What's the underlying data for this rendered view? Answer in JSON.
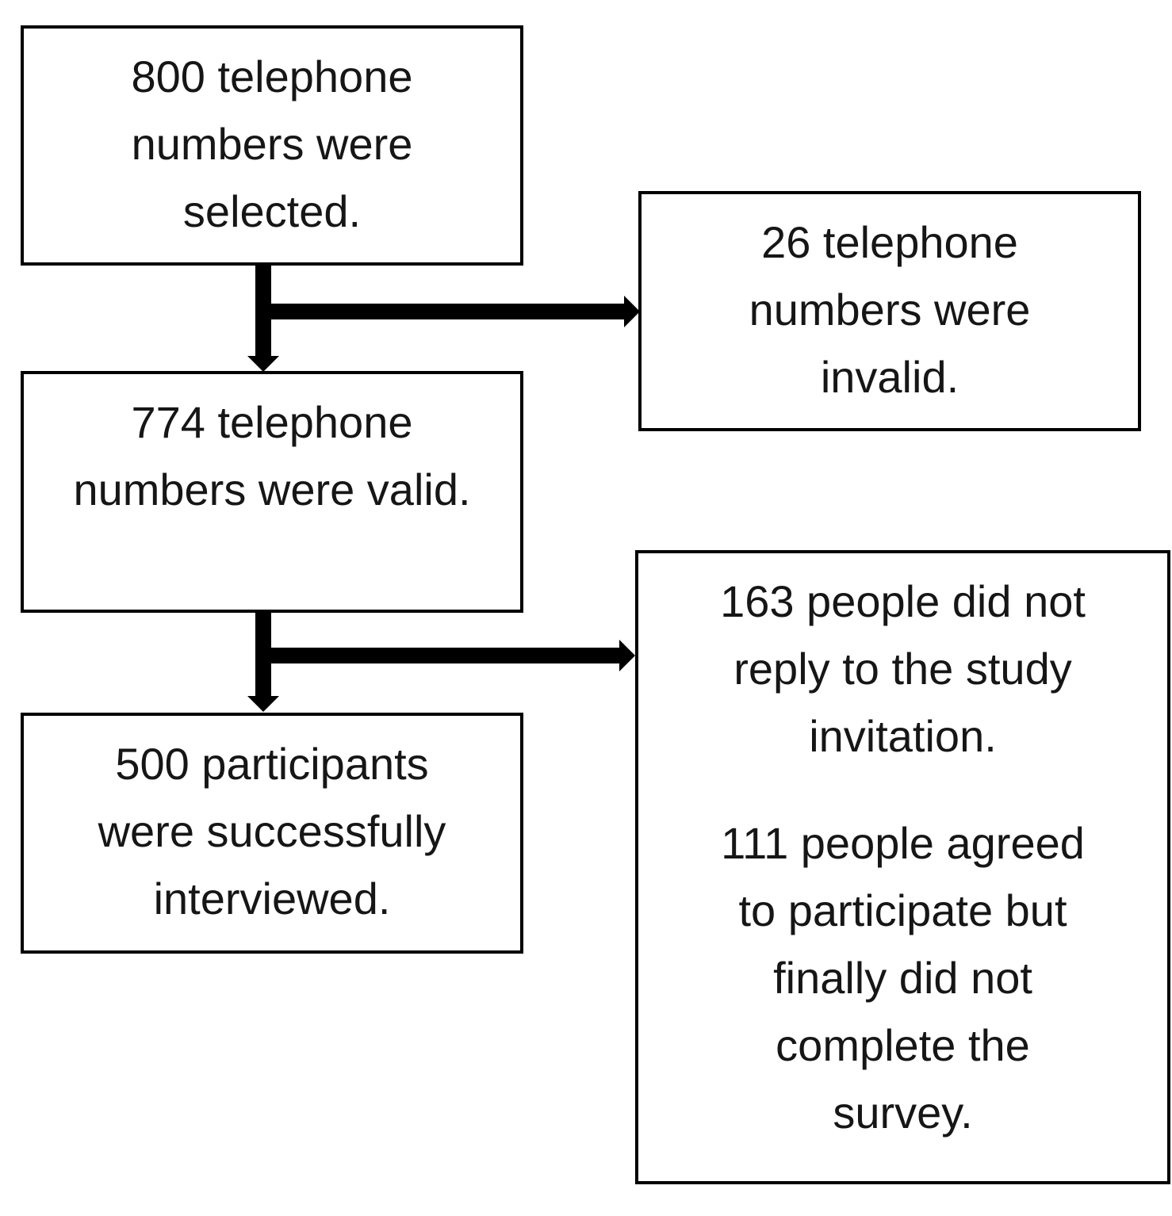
{
  "diagram": {
    "type": "flowchart",
    "colors": {
      "line": "#000000",
      "background": "#ffffff",
      "text": "#161616"
    },
    "boxes": {
      "selected": {
        "lines": [
          "800 telephone",
          "numbers were",
          "selected."
        ]
      },
      "invalid": {
        "lines": [
          "26 telephone",
          "numbers were",
          "invalid."
        ]
      },
      "valid": {
        "lines": [
          "774 telephone",
          "numbers were valid."
        ]
      },
      "interviewed": {
        "lines": [
          "500 participants",
          "were successfully",
          "interviewed."
        ]
      },
      "nonresponse": {
        "para1_lines": [
          "163 people did not",
          "reply to the study",
          "invitation."
        ],
        "para2_lines": [
          "111 people agreed",
          "to participate but",
          "finally did not",
          "complete the",
          "survey."
        ]
      }
    },
    "connections": [
      {
        "from": "selected",
        "to": "valid",
        "style": "down-arrow"
      },
      {
        "from": "selected",
        "to": "invalid",
        "style": "branch-right-arrow"
      },
      {
        "from": "valid",
        "to": "interviewed",
        "style": "down-arrow"
      },
      {
        "from": "valid",
        "to": "nonresponse",
        "style": "branch-right-arrow"
      }
    ]
  }
}
